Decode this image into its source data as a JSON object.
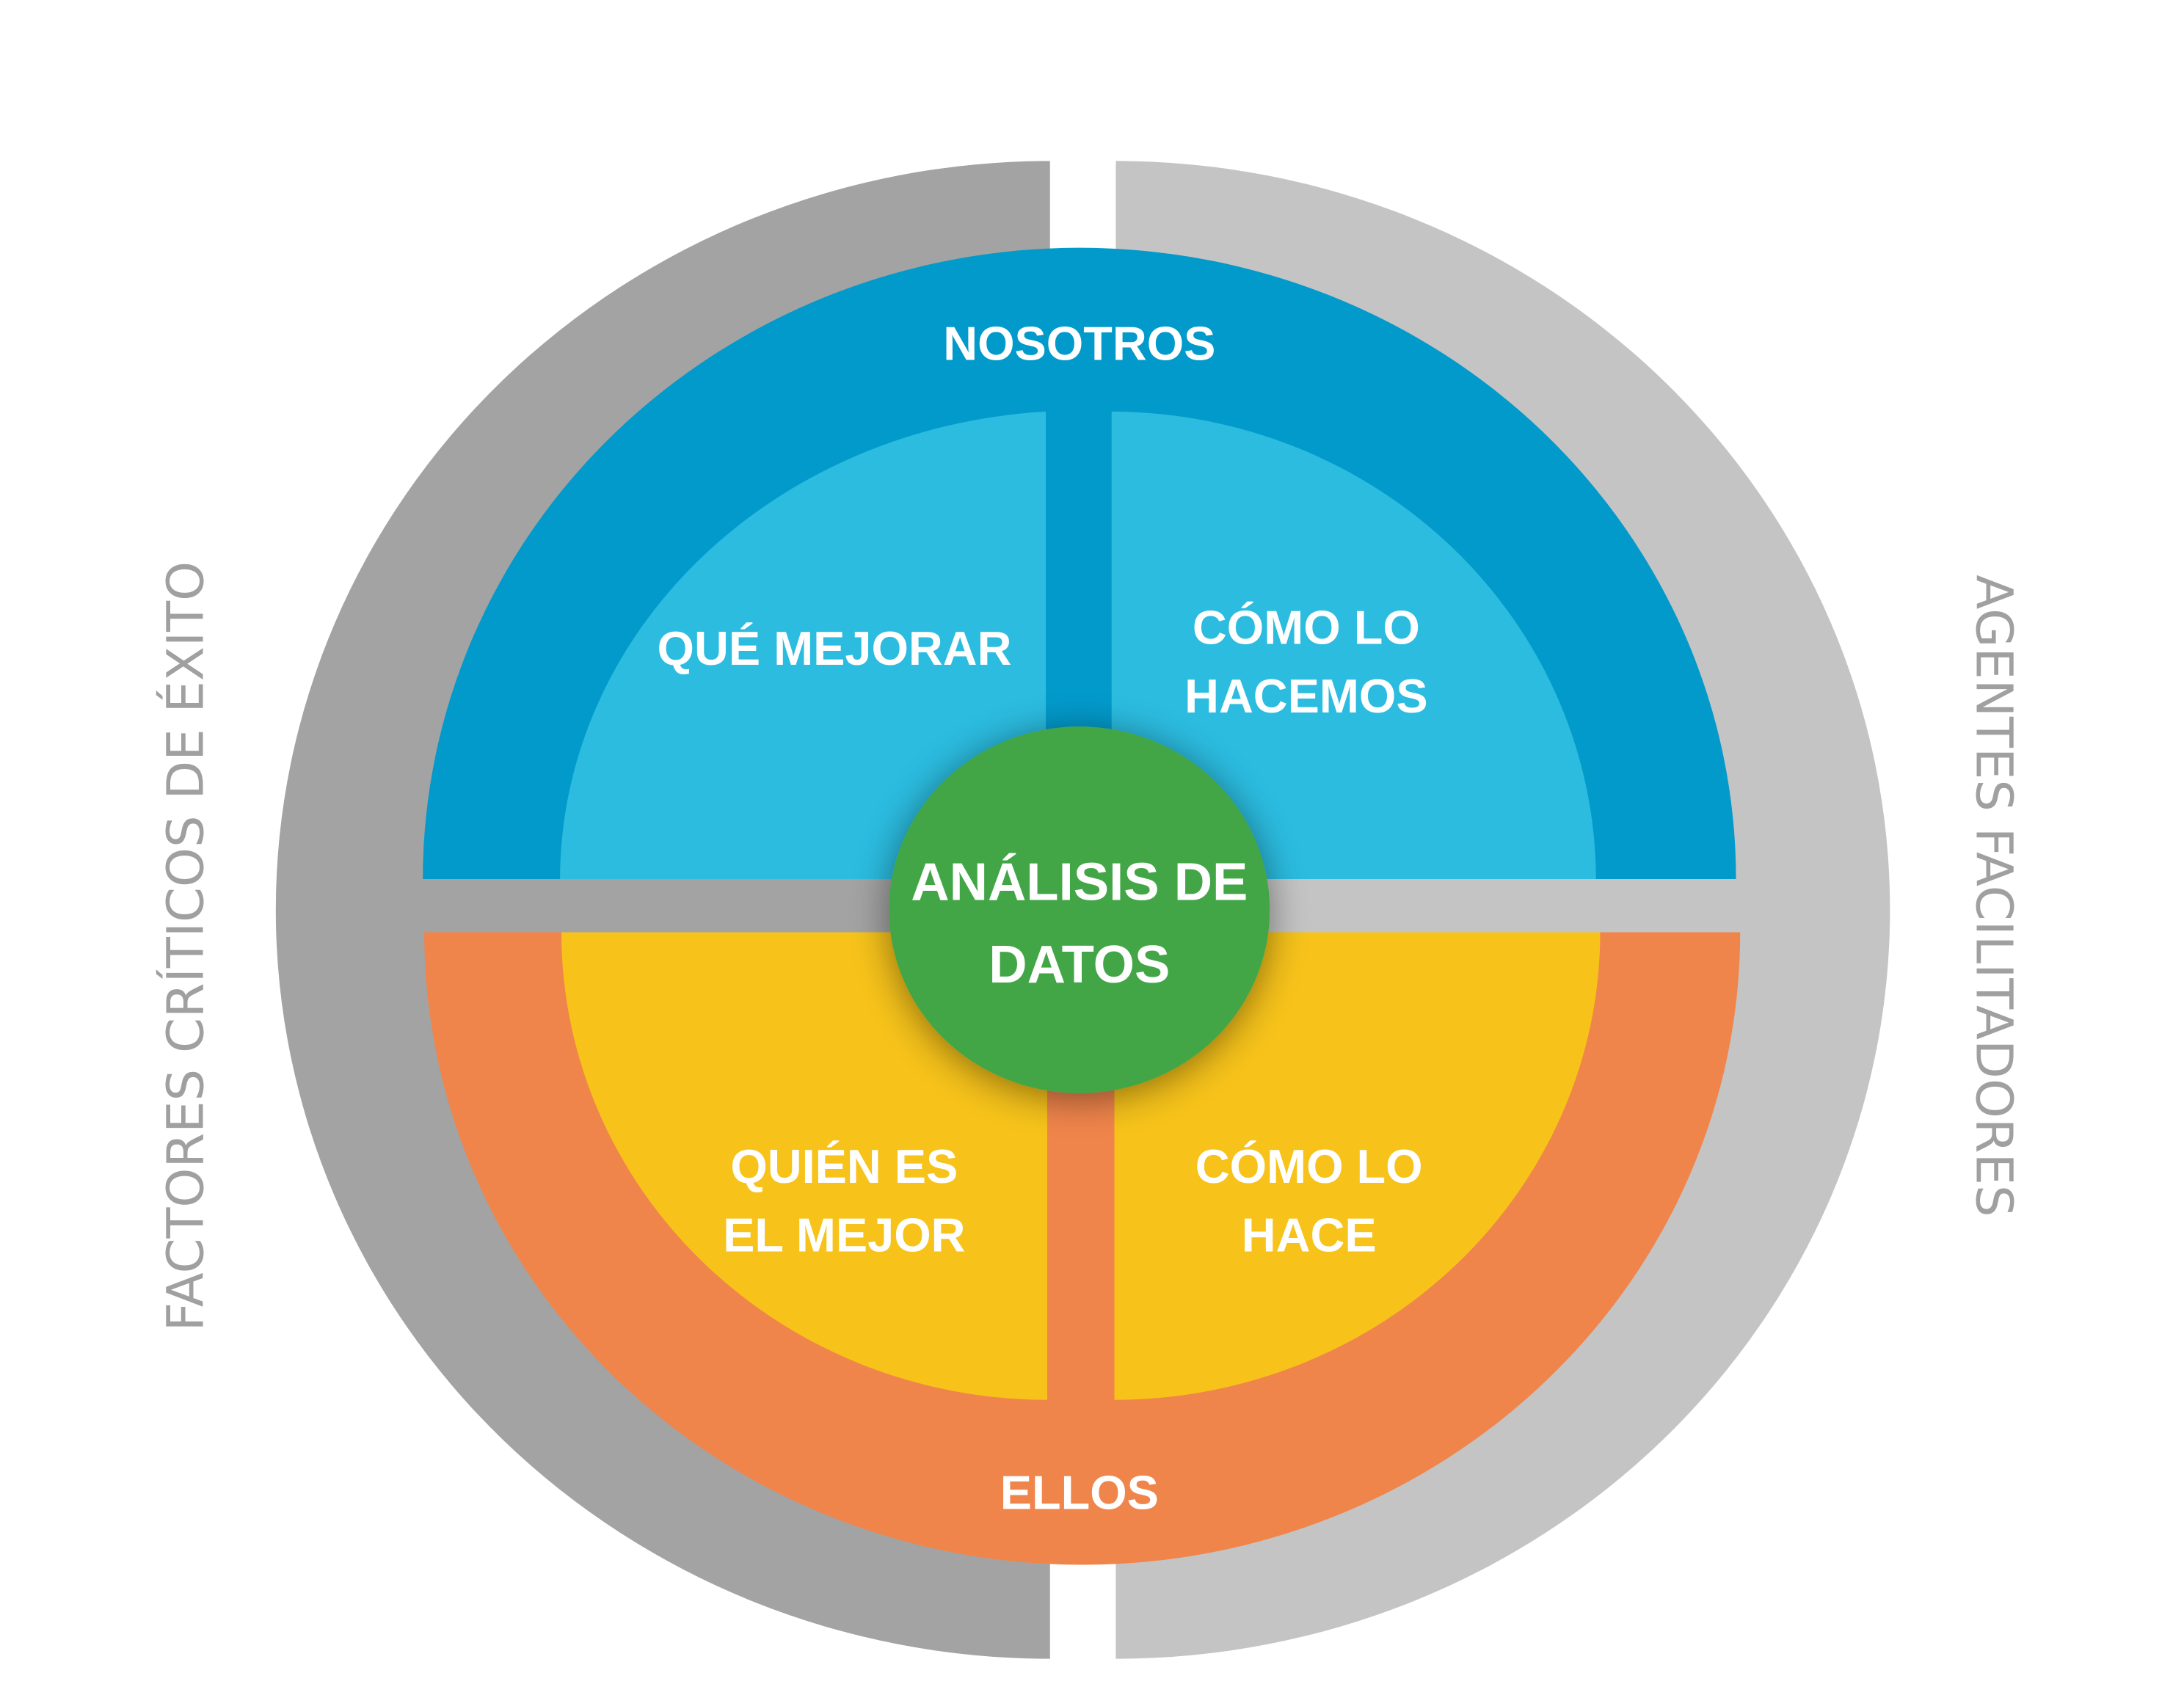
{
  "diagram": {
    "left_ring_label": "FACTORES CRÍTICOS DE ÉXITO",
    "right_ring_label": "AGENTES FACILITADORES",
    "top_band_label": "NOSOTROS",
    "bottom_band_label": "ELLOS",
    "quadrants": {
      "top_left": [
        "QUÉ MEJORAR"
      ],
      "top_right": [
        "CÓMO LO",
        "HACEMOS"
      ],
      "bottom_left": [
        "QUIÉN ES",
        "EL MEJOR"
      ],
      "bottom_right": [
        "CÓMO LO",
        "HACE"
      ]
    },
    "center": [
      "ANÁLISIS DE",
      "DATOS"
    ],
    "colors": {
      "ring_left": "#a3a3a3",
      "ring_right": "#c4c4c4",
      "blue_dark": "#029acb",
      "blue_light": "#2bbce0",
      "orange": "#f0854b",
      "yellow": "#f7c31a",
      "green": "#43a647",
      "side_text": "#a0a0a0"
    }
  }
}
